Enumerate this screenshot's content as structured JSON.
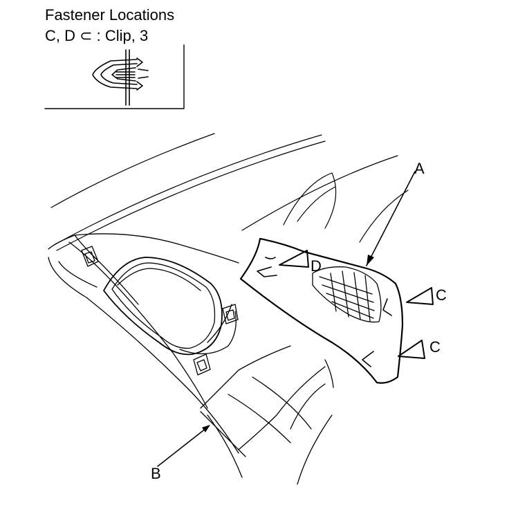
{
  "legend": {
    "title": "Fastener Locations",
    "line": "C, D ⊂ : Clip, 3"
  },
  "callouts": {
    "a": "A",
    "b": "B",
    "c1": "C",
    "c2": "C",
    "d": "D"
  }
}
